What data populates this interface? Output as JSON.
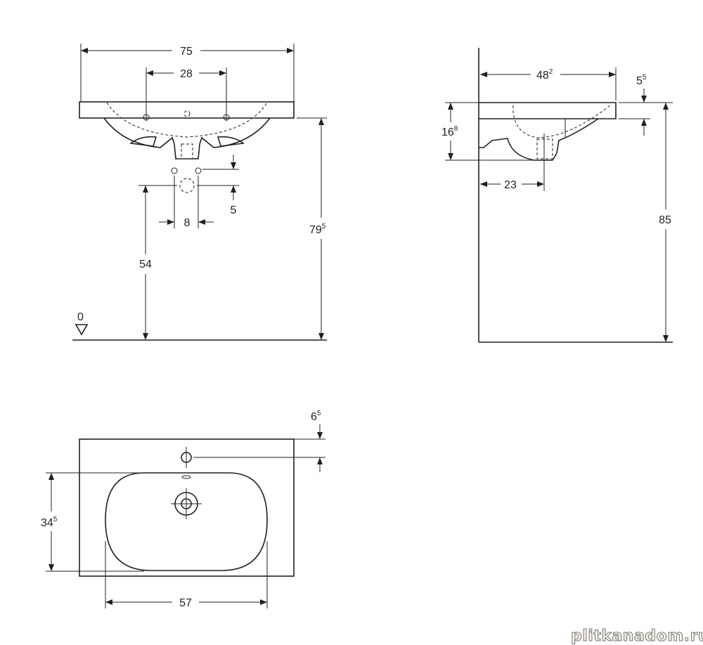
{
  "front_view": {
    "width_total": "75",
    "tap_hole_spacing": "28",
    "drain_spacing": "8",
    "drain_offset": "5",
    "drain_height": "54",
    "rim_height": {
      "main": "79",
      "sup": "5"
    },
    "floor_level": "0"
  },
  "side_view": {
    "depth": {
      "main": "48",
      "sup": "2"
    },
    "slab_thickness": {
      "main": "5",
      "sup": "5"
    },
    "basin_depth": {
      "main": "16",
      "sup": "8"
    },
    "drain_from_wall": "23",
    "total_height": "85"
  },
  "top_view": {
    "tap_hole_from_back": {
      "main": "6",
      "sup": "5"
    },
    "bowl_depth": {
      "main": "34",
      "sup": "5"
    },
    "bowl_width": "57"
  },
  "watermark": "plitkanadom.ru"
}
